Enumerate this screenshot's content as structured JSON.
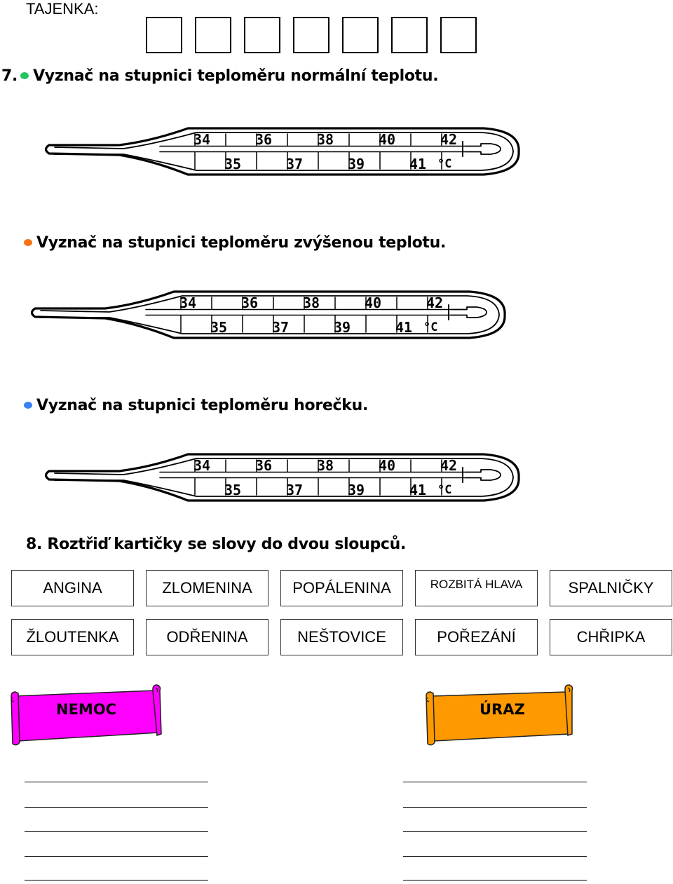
{
  "tajenka": {
    "label": "TAJENKA:",
    "box_count": 7
  },
  "task7": {
    "number": "7.",
    "items": [
      {
        "text": "Vyznač na stupnici teploměru normální teplotu.",
        "bullet_color": "#22c55e"
      },
      {
        "text": "Vyznač na stupnici teploměru zvýšenou teplotu.",
        "bullet_color": "#f97316"
      },
      {
        "text": "Vyznač na stupnici teploměru horečku.",
        "bullet_color": "#3b82f6"
      }
    ]
  },
  "thermometer": {
    "upper_scale": [
      "34",
      "36",
      "38",
      "40",
      "42"
    ],
    "lower_scale": [
      "35",
      "37",
      "39",
      "41"
    ],
    "unit": "°C"
  },
  "task8": {
    "title": "8. Roztřiď kartičky se slovy do dvou sloupců.",
    "cards": [
      [
        "ANGINA",
        "ZLOMENINA",
        "POPÁLENINA",
        "ROZBITÁ HLAVA",
        "SPALNIČKY"
      ],
      [
        "ŽLOUTENKA",
        "ODŘENINA",
        "NEŠTOVICE",
        "POŘEZÁNÍ",
        "CHŘIPKA"
      ]
    ]
  },
  "columns": [
    {
      "label": "NEMOC",
      "color": "#ff00ff",
      "lines": 5
    },
    {
      "label": "ÚRAZ",
      "color": "#ff9900",
      "lines": 5
    }
  ]
}
